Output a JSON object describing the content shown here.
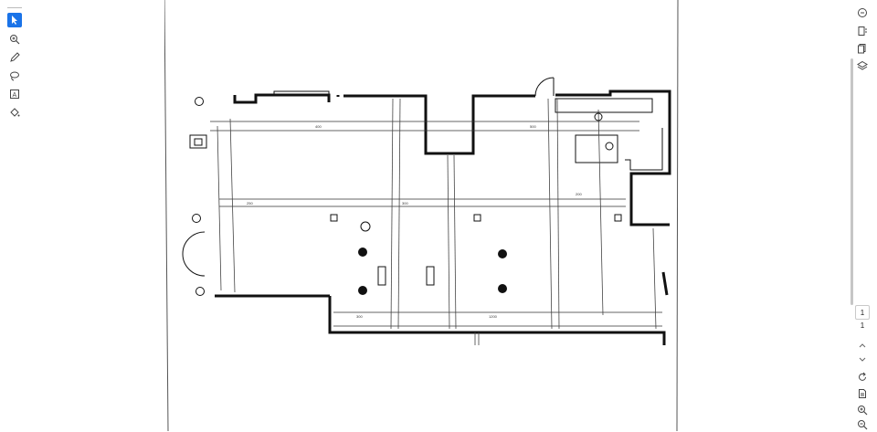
{
  "left_toolbar": {
    "tools": [
      {
        "name": "select-tool",
        "icon": "cursor-arrow-icon",
        "active": true
      },
      {
        "name": "zoom-tool",
        "icon": "zoom-in-icon",
        "active": false
      },
      {
        "name": "pen-tool",
        "icon": "pen-icon",
        "active": false
      },
      {
        "name": "lasso-tool",
        "icon": "lasso-icon",
        "active": false
      },
      {
        "name": "text-box-tool",
        "icon": "text-box-icon",
        "active": false
      },
      {
        "name": "fill-tool",
        "icon": "fill-bucket-icon",
        "active": false
      }
    ],
    "accent_color": "#1a73e8"
  },
  "right_toolbar": {
    "top_icons": [
      "comment-icon",
      "bookmark-icon",
      "pages-icon",
      "layers-icon"
    ],
    "bottom_icons": [
      "rotate-icon",
      "document-properties-icon",
      "zoom-in-icon",
      "zoom-out-icon"
    ],
    "page_nav": {
      "current_page": "1",
      "total_pages": "1",
      "up_icon": "chevron-up-icon",
      "down_icon": "chevron-down-icon"
    }
  },
  "document": {
    "content": "architectural floor plan scan",
    "dimension_labels": [
      "400",
      "300",
      "500",
      "250",
      "200",
      "1200",
      "300"
    ]
  }
}
